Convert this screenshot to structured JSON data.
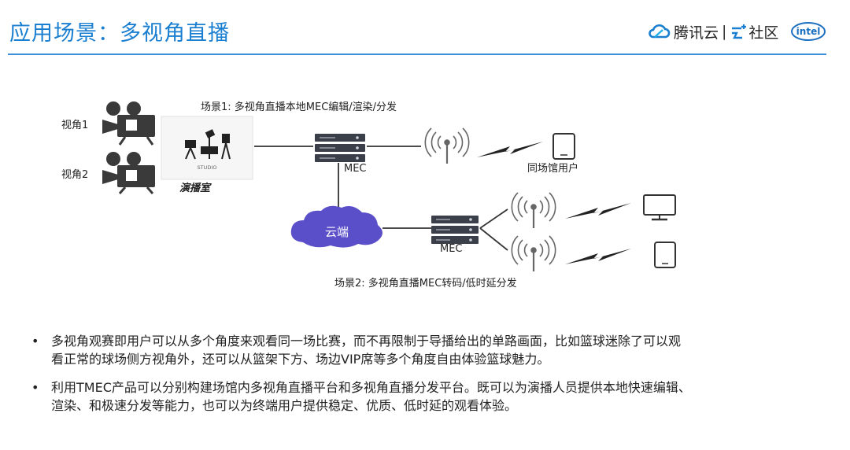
{
  "header": {
    "title": "应用场景：多视角直播",
    "brand_name": "腾讯云",
    "brand_separator": "|",
    "brand_sub": "社区",
    "intel_text": "intel"
  },
  "diagram": {
    "camera1_label": "视角1",
    "camera2_label": "视角2",
    "studio_sign": "STUDIO",
    "studio_label": "演播室",
    "scene1_caption": "场景1: 多视角直播本地MEC编辑/渲染/分发",
    "mec1_label": "MEC",
    "venue_user_label": "同场馆用户",
    "cloud_label": "云端",
    "mec2_label": "MEC",
    "scene2_caption": "场景2: 多视角直播MEC转码/低时延分发"
  },
  "bullets": [
    {
      "marker": "•",
      "line1": "多视角观赛即用户可以从多个角度来观看同一场比赛，而不再限制于导播给出的单路画面，比如篮球迷除了可以观",
      "line2": "看正常的球场侧方视角外，还可以从篮架下方、场边VIP席等多个角度自由体验篮球魅力。"
    },
    {
      "marker": "•",
      "line1": "利用TMEC产品可以分别构建场馆内多视角直播平台和多视角直播分发平台。既可以为演播人员提供本地快速编辑、",
      "line2": "渲染、和极速分发等能力，也可以为终端用户提供稳定、优质、低时延的观看体验。"
    }
  ],
  "colors": {
    "title_blue": "#1a7fd0",
    "rule_blue": "#3d8fd8",
    "icon_gray": "#444444",
    "cloud_purple": "#5a4fc8",
    "server_dark": "#3a3f4a"
  }
}
